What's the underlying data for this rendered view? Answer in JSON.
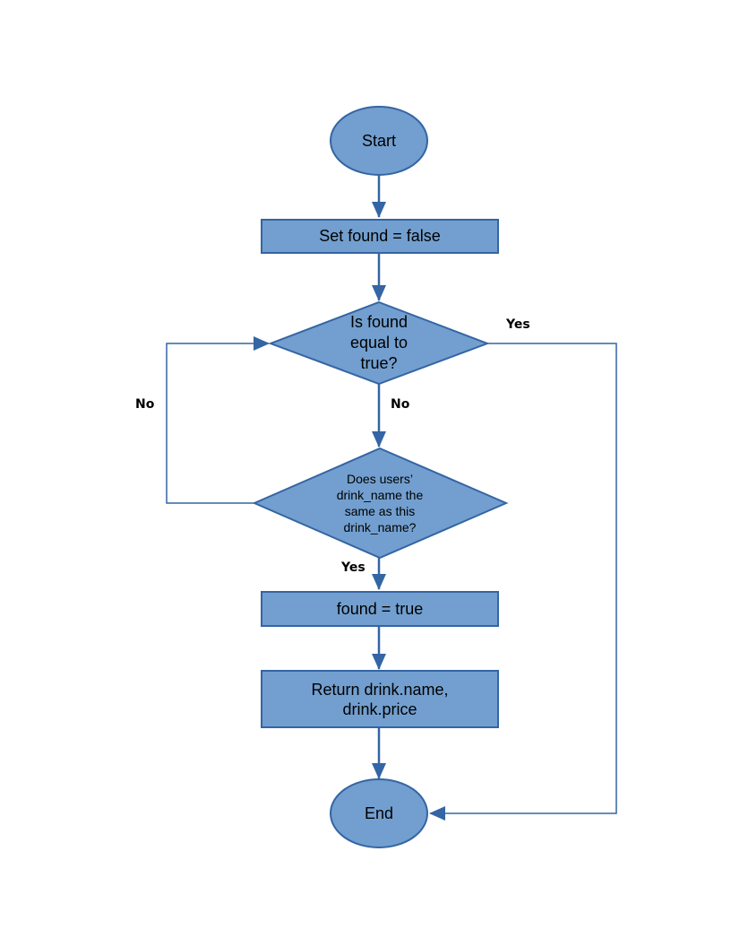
{
  "colors": {
    "background": "#FFFFFF",
    "shape_fill": "#729FCF",
    "shape_border": "#3465A4",
    "connector": "#3465A4",
    "node_text": "#000000",
    "edge_label_text": "#000000"
  },
  "flowchart": {
    "nodes": {
      "start": {
        "type": "terminator",
        "label": "Start"
      },
      "set_found_false": {
        "type": "process",
        "label": "Set found = false"
      },
      "is_found_true": {
        "type": "decision",
        "label": "Is found\nequal to\ntrue?"
      },
      "drink_name_match": {
        "type": "decision",
        "label": "Does users’\ndrink_name the\nsame as this\ndrink_name?"
      },
      "found_true": {
        "type": "process",
        "label": "found = true"
      },
      "return_drink": {
        "type": "process",
        "label": "Return drink.name,\ndrink.price"
      },
      "end": {
        "type": "terminator",
        "label": "End"
      }
    },
    "edge_labels": {
      "yes_to_end": "Yes",
      "no_to_next_check": "No",
      "no_loop_back": "No",
      "yes_to_found_true": "Yes"
    }
  }
}
